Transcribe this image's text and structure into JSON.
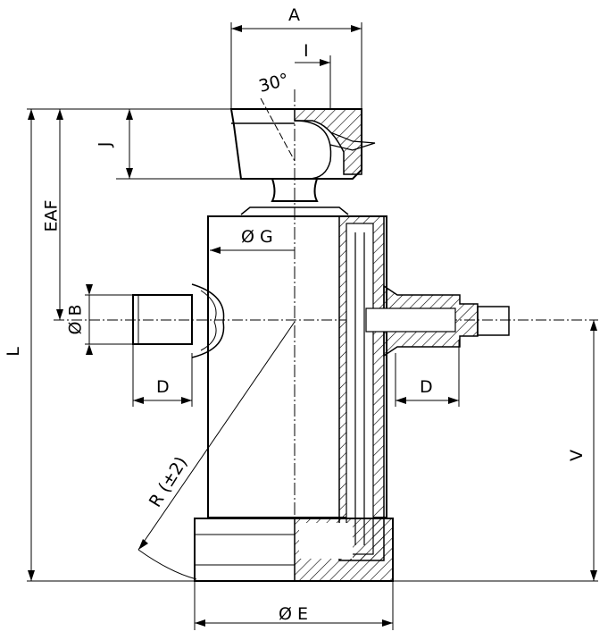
{
  "dimensions": {
    "A": "A",
    "I": "I",
    "angle": "30°",
    "J": "J",
    "EAF": "EAF",
    "G": "Ø G",
    "B": "Ø B",
    "D_left": "D",
    "D_right": "D",
    "L": "L",
    "V": "V",
    "R": "R (±2)",
    "E": "Ø E"
  }
}
